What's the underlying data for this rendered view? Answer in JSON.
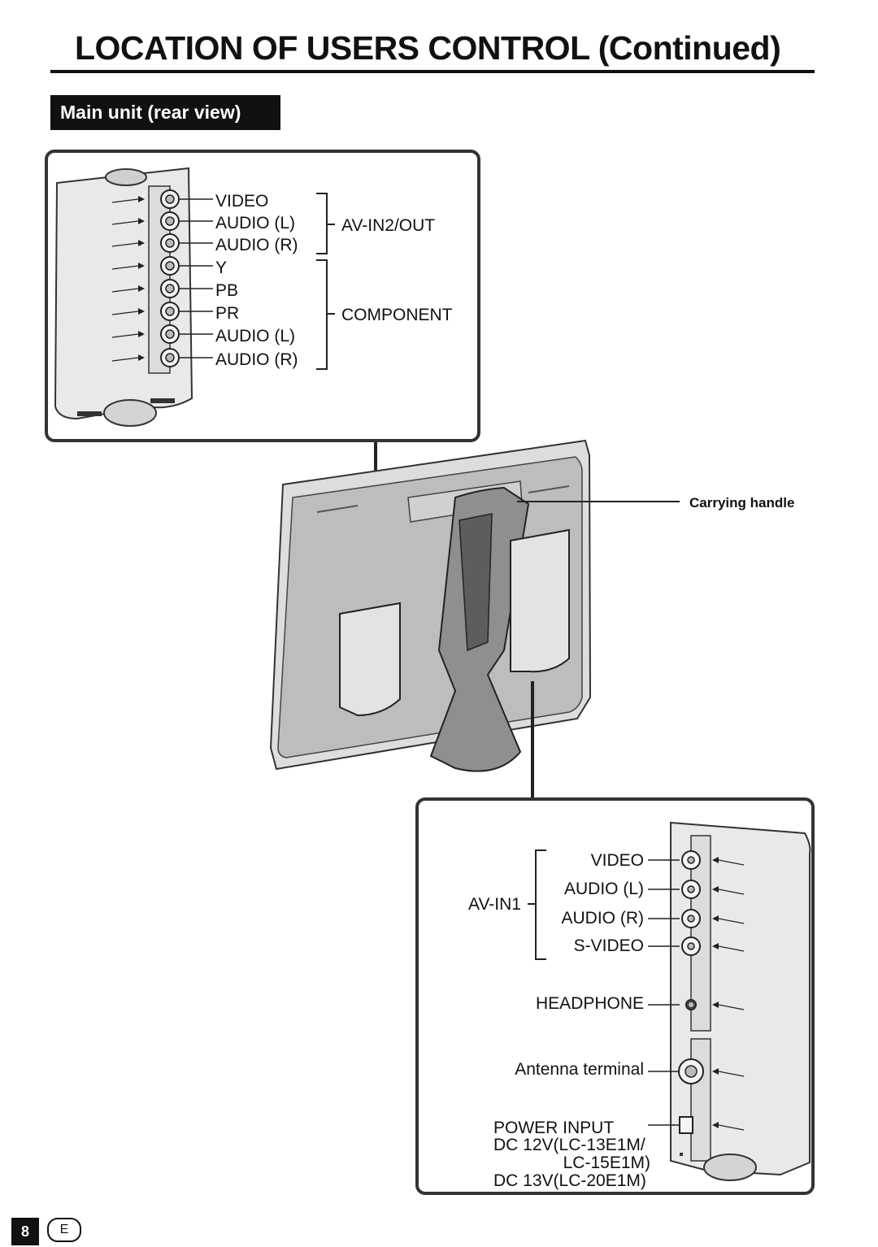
{
  "header": {
    "title": "LOCATION OF USERS CONTROL  (Continued)",
    "section": "Main unit (rear view)"
  },
  "top_panel": {
    "jacks": [
      "VIDEO",
      "AUDIO (L)",
      "AUDIO (R)",
      "Y",
      "PB",
      "PR",
      "AUDIO (L)",
      "AUDIO (R)"
    ],
    "group_av": "AV-IN2/OUT",
    "group_component": "COMPONENT"
  },
  "callouts": {
    "carrying_handle": "Carrying handle"
  },
  "bottom_panel": {
    "group_av": "AV-IN1",
    "jacks": [
      "VIDEO",
      "AUDIO (L)",
      "AUDIO (R)",
      "S-VIDEO"
    ],
    "headphone": "HEADPHONE",
    "antenna": "Antenna terminal",
    "power": [
      "POWER INPUT",
      "DC 12V(LC-13E1M/",
      "LC-15E1M)",
      "DC 13V(LC-20E1M)"
    ]
  },
  "footer": {
    "page_number": "8",
    "language": "E"
  }
}
